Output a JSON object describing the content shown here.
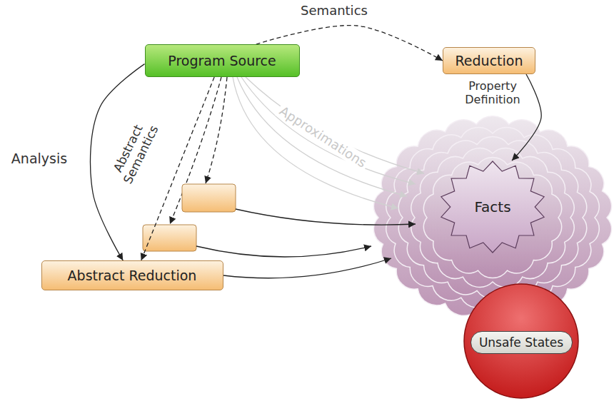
{
  "diagram": {
    "nodes": [
      {
        "text": [
          "Program Source"
        ]
      },
      {
        "text": [
          "Reduction"
        ]
      },
      {
        "text": [
          "Abstract Reduction"
        ]
      },
      {
        "text": [
          "Facts"
        ]
      },
      {
        "text": [
          "Unsafe States"
        ]
      }
    ],
    "edges": [
      {
        "from": 0,
        "to": 1,
        "label": "Semantics",
        "arrow": "to"
      },
      {
        "from": 1,
        "to": 3,
        "label": "Property Definition",
        "arrow": "to"
      },
      {
        "from": 0,
        "to": 2,
        "label": "Analysis",
        "arrow": "to"
      },
      {
        "from": 0,
        "to": 2,
        "label": "Abstract Semantics",
        "arrow": "to"
      }
    ],
    "labels": [
      "Approximations"
    ]
  }
}
